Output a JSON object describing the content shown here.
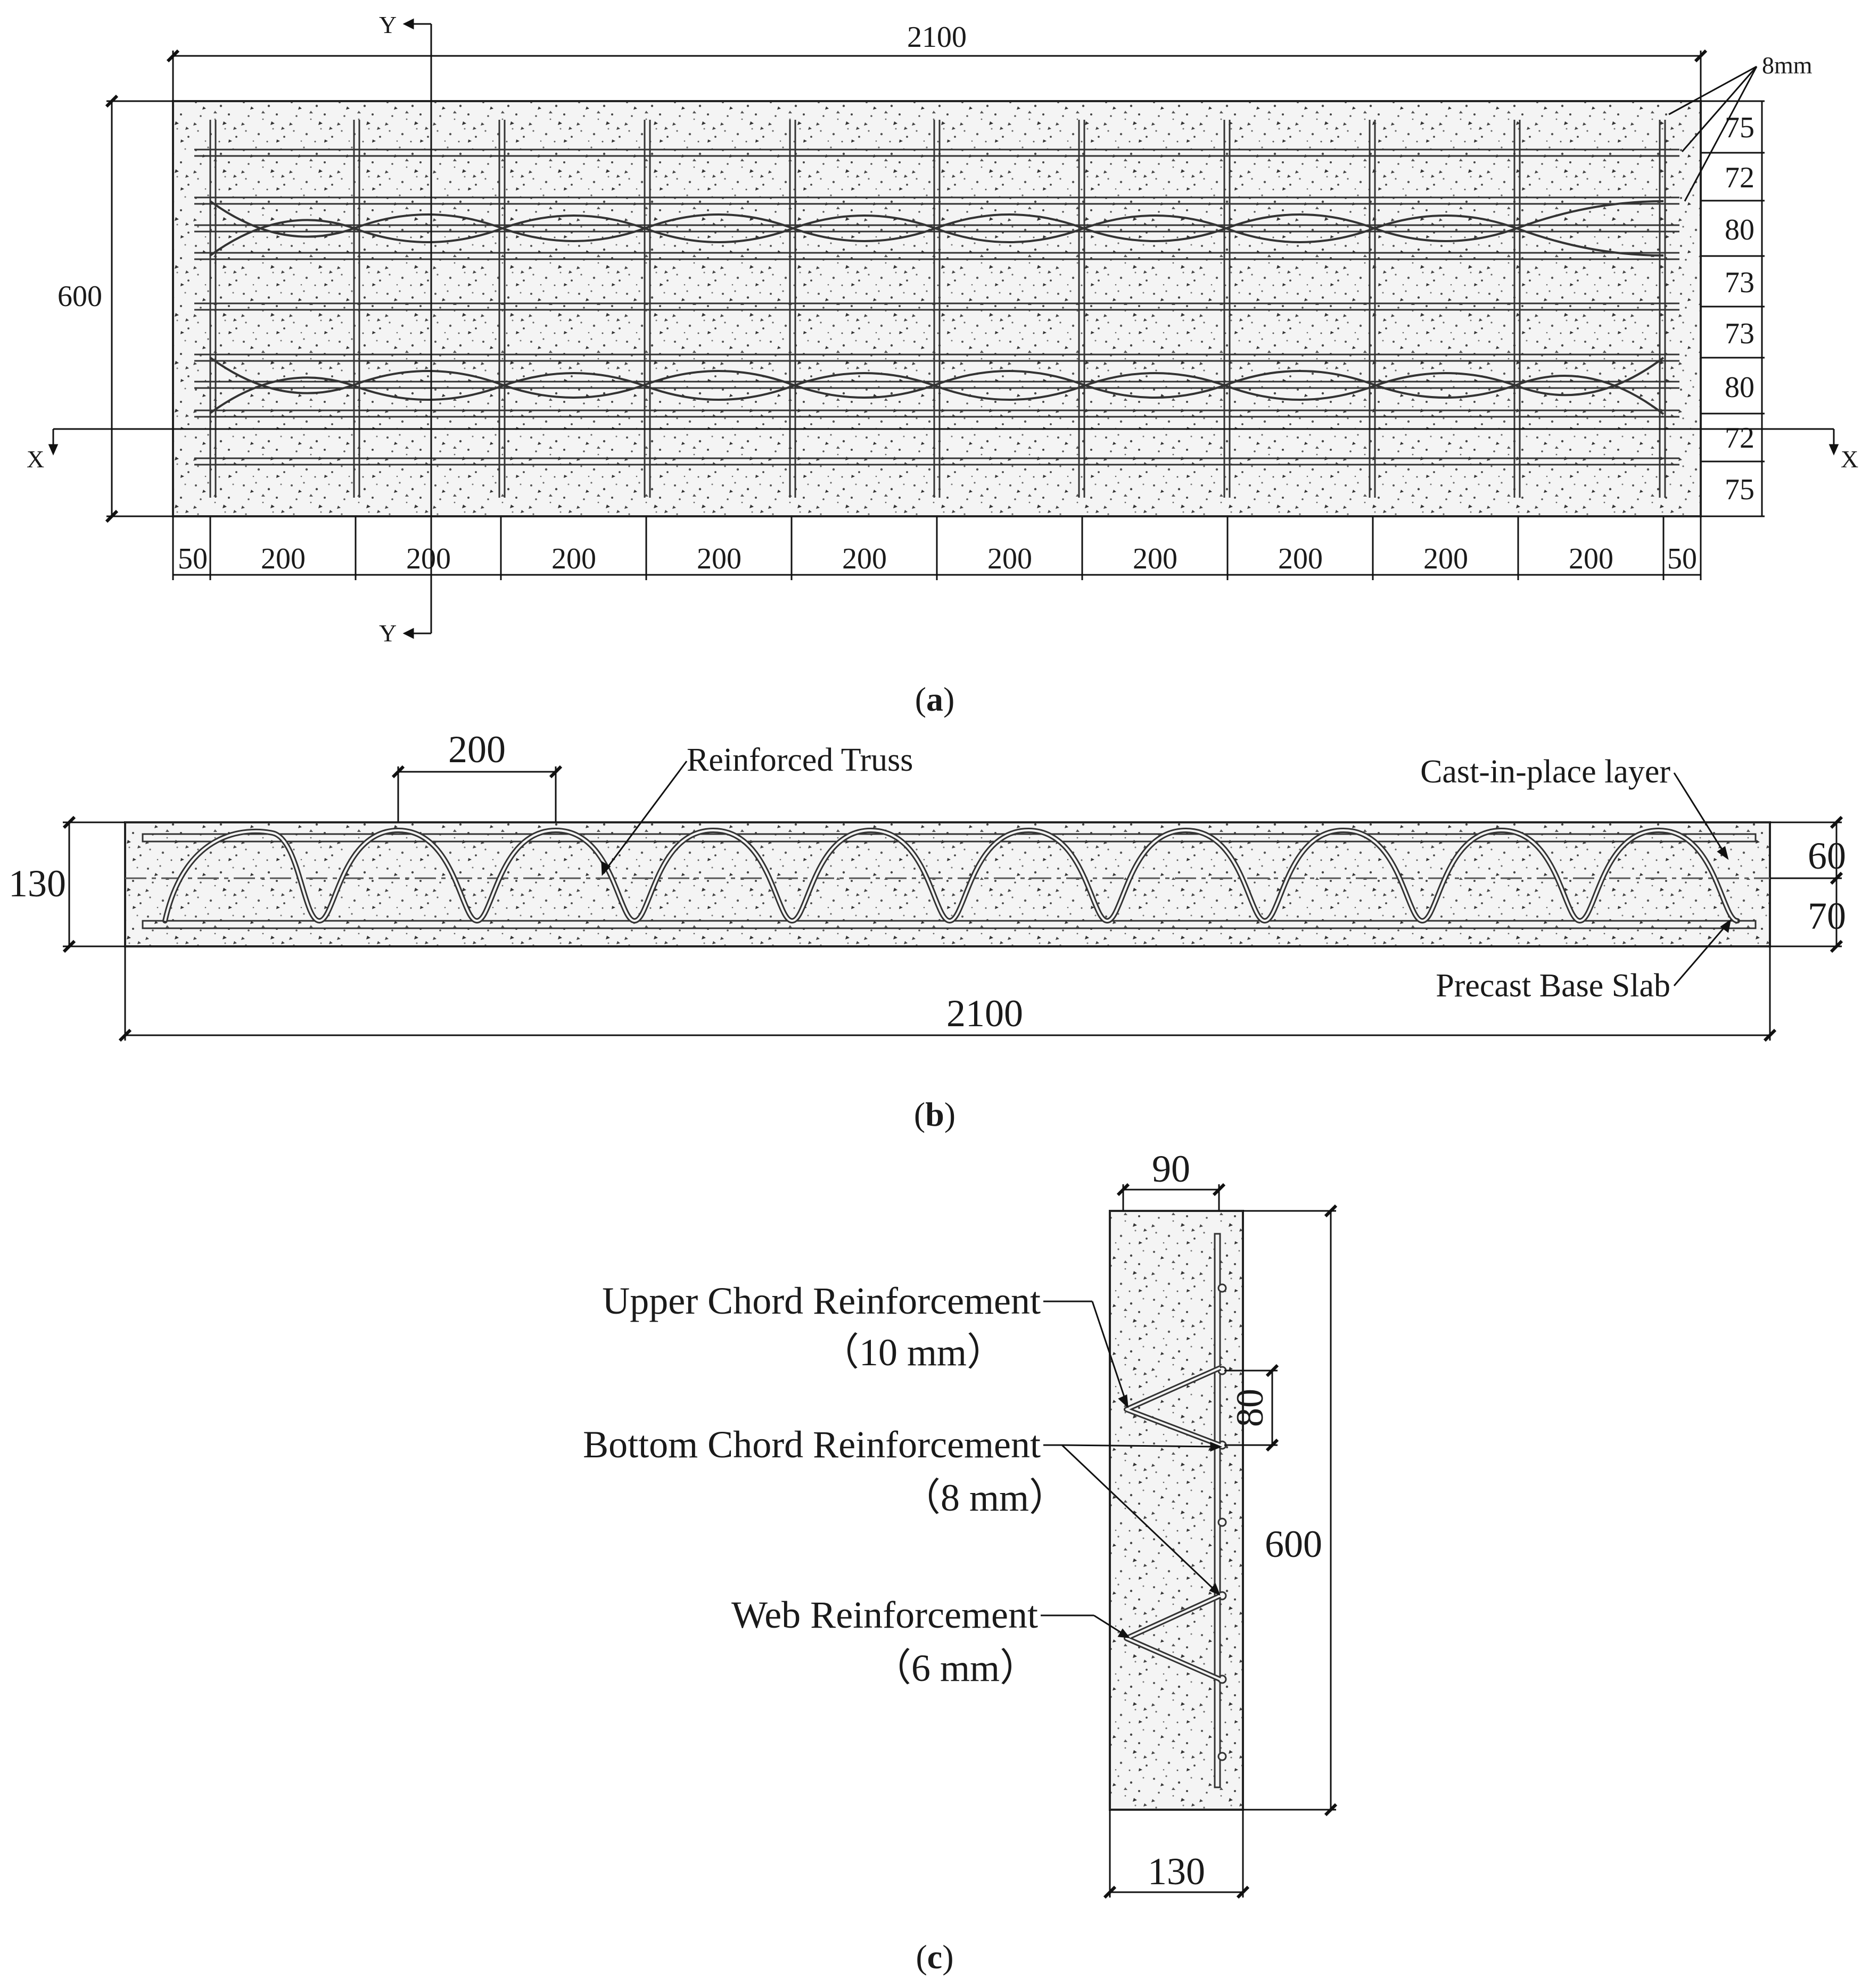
{
  "panel_a": {
    "overall_width": "2100",
    "overall_height": "600",
    "bar_size_note": "8mm",
    "right_dims": [
      "75",
      "72",
      "80",
      "73",
      "73",
      "80",
      "72",
      "75"
    ],
    "bottom_dims": [
      "50",
      "200",
      "200",
      "200",
      "200",
      "200",
      "200",
      "200",
      "200",
      "200",
      "200",
      "50"
    ],
    "section_marks": {
      "y_top": "Y",
      "y_bottom": "Y",
      "x_left": "X",
      "x_right": "X"
    },
    "caption_open": "(",
    "caption_letter": "a",
    "caption_close": ")"
  },
  "panel_b": {
    "spacing_dim": "200",
    "truss_label": "Reinforced Truss",
    "cast_label": "Cast-in-place layer",
    "precast_label": "Precast Base Slab",
    "overall_height": "130",
    "top_layer_dim": "60",
    "bottom_layer_dim": "70",
    "overall_width": "2100",
    "caption_open": "(",
    "caption_letter": "b",
    "caption_close": ")"
  },
  "panel_c": {
    "top_dim": "90",
    "pitch_dim": "80",
    "height_dim": "600",
    "bottom_dim": "130",
    "upper_chord_label": "Upper Chord Reinforcement",
    "upper_chord_size": "（10 mm）",
    "bottom_chord_label": "Bottom Chord Reinforcement",
    "bottom_chord_size": "（8 mm）",
    "web_label": "Web Reinforcement",
    "web_size": "（6 mm）",
    "caption_open": "(",
    "caption_letter": "c",
    "caption_close": ")"
  }
}
